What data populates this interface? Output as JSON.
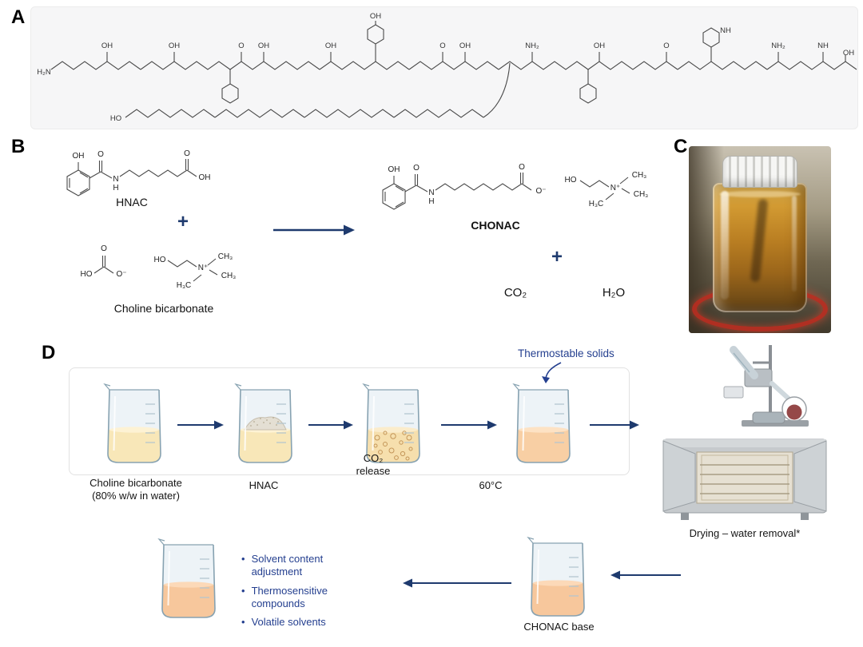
{
  "colors": {
    "arrow_navy": "#1e3a6e",
    "annotation_blue": "#243f8f",
    "liquid_yellow": "#f8e7b8",
    "liquid_orange": "#f7c79c",
    "vial_amber": "#b97e22"
  },
  "panel_a": {
    "label": "A",
    "atoms": [
      "H₂N",
      "OH",
      "OH",
      "O",
      "OH",
      "OH",
      "OH",
      "O",
      "OH",
      "NH₂",
      "OH",
      "O",
      "NH",
      "NH₂",
      "NH",
      "OH",
      "HO"
    ]
  },
  "panel_b": {
    "label": "B",
    "hnac_label": "HNAC",
    "plus_top": "+",
    "choline_bicarbonate_label": "Choline bicarbonate",
    "chonac_label": "CHONAC",
    "plus_bottom": "+",
    "co2": "CO₂",
    "h2o": "H₂O",
    "atoms": {
      "hnac": [
        "OH",
        "O",
        "N",
        "H",
        "O",
        "OH"
      ],
      "bicarbonate": [
        "HO",
        "O",
        "O⁻"
      ],
      "choline": [
        "HO",
        "N⁺",
        "CH₃",
        "CH₃",
        "H₃C"
      ],
      "chonac": [
        "OH",
        "O",
        "N",
        "H",
        "O",
        "O⁻"
      ],
      "choline_product": [
        "HO",
        "N⁺",
        "CH₃",
        "CH₃",
        "H₃C"
      ]
    }
  },
  "panel_c": {
    "label": "C"
  },
  "panel_d": {
    "label": "D",
    "annotation": "Thermostable solids",
    "labels": {
      "step1_line1": "Choline bicarbonate",
      "step1_line2": "(80% w/w in water)",
      "step2": "HNAC",
      "co2_line1": "CO₂",
      "co2_line2": "release",
      "step4": "60°C",
      "drying": "Drying – water removal*",
      "chonac_base": "CHONAC base"
    },
    "bullets": [
      "Solvent content adjustment",
      "Thermosensitive compounds",
      "Volatile solvents"
    ]
  }
}
